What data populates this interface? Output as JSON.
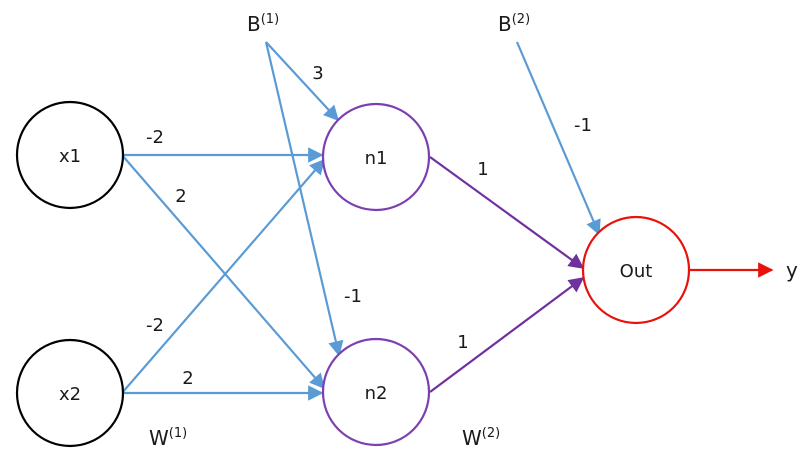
{
  "colors": {
    "input_stroke": "#000000",
    "hidden_stroke": "#7b3fb0",
    "output_stroke": "#e8120c",
    "edge_blue": "#5b9bd5",
    "edge_purple": "#7030a0",
    "edge_red": "#e8120c"
  },
  "nodes": {
    "x1": "x1",
    "x2": "x2",
    "n1": "n1",
    "n2": "n2",
    "out": "Out"
  },
  "bias": {
    "b1_base": "B",
    "b1_sup": "(1)",
    "b2_base": "B",
    "b2_sup": "(2)"
  },
  "weights_labels": {
    "w1_base": "W",
    "w1_sup": "(1)",
    "w2_base": "W",
    "w2_sup": "(2)"
  },
  "edge_labels": {
    "x1_n1": "-2",
    "x1_n2": "2",
    "x2_n1": "-2",
    "x2_n2": "2",
    "b1_n1": "3",
    "b1_n2": "-1",
    "n1_out": "1",
    "n2_out": "1",
    "b2_out": "-1"
  },
  "output": {
    "y": "y"
  }
}
